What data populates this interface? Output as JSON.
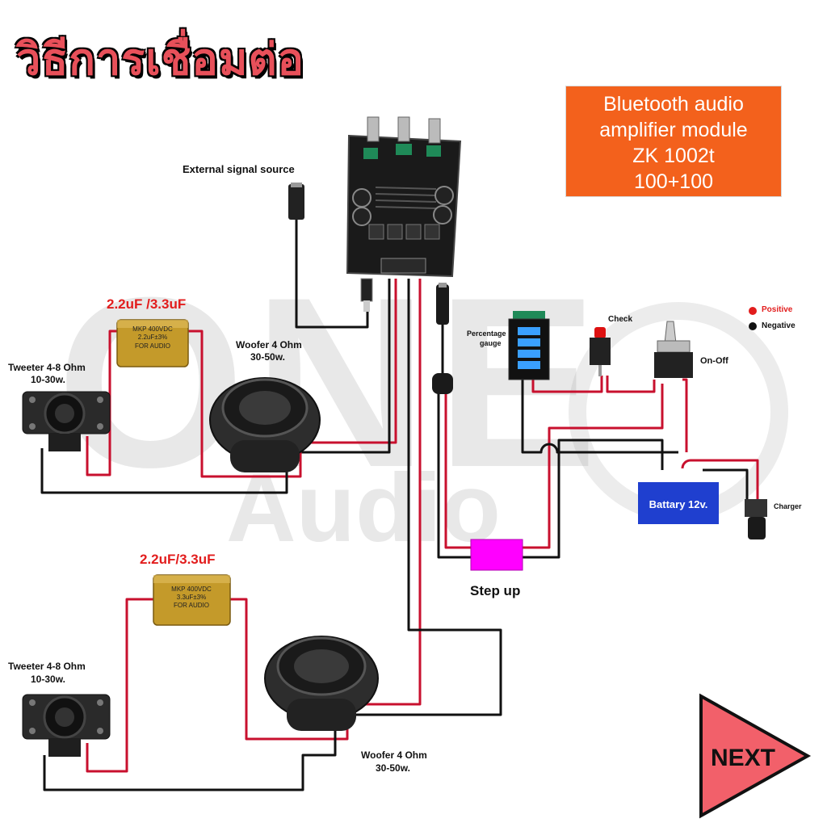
{
  "title": "วิธีการเชื่อมต่อ",
  "info_box": {
    "lines": [
      "Bluetooth audio",
      "amplifier module",
      "ZK 1002t",
      "100+100"
    ]
  },
  "watermark": {
    "brand": "ONE",
    "sub": "Audio"
  },
  "labels": {
    "external_signal": "External signal source",
    "capacitor_top": "2.2uF /3.3uF",
    "capacitor_bottom": "2.2uF/3.3uF",
    "tweeter_top": [
      "Tweeter 4-8 Ohm",
      "10-30w."
    ],
    "woofer_top": [
      "Woofer 4 Ohm",
      "30-50w."
    ],
    "tweeter_bottom": [
      "Tweeter 4-8 Ohm",
      "10-30w."
    ],
    "woofer_bottom": [
      "Woofer 4 Ohm",
      "30-50w."
    ],
    "percentage_gauge": [
      "Percentage",
      "gauge"
    ],
    "check": "Check",
    "on_off": "On-Off",
    "battery": "Battary 12v.",
    "charger": "Charger",
    "step_up": "Step up",
    "cap_text_top": [
      "MKP 400VDC",
      "2.2uF±3%",
      "FOR AUDIO"
    ],
    "cap_text_bottom": [
      "MKP 400VDC",
      "3.3uF±3%",
      "FOR AUDIO"
    ]
  },
  "legend": {
    "positive": "Positive",
    "negative": "Negative",
    "positive_color": "#e21d1d",
    "negative_color": "#111111"
  },
  "next_button": {
    "label": "NEXT",
    "color": "#f2606a"
  },
  "colors": {
    "wire_red": "#c8102e",
    "wire_black": "#111111",
    "info_orange": "#f3611c",
    "battery_blue": "#1f3fcf",
    "step_up_magenta": "#ff00ff"
  }
}
